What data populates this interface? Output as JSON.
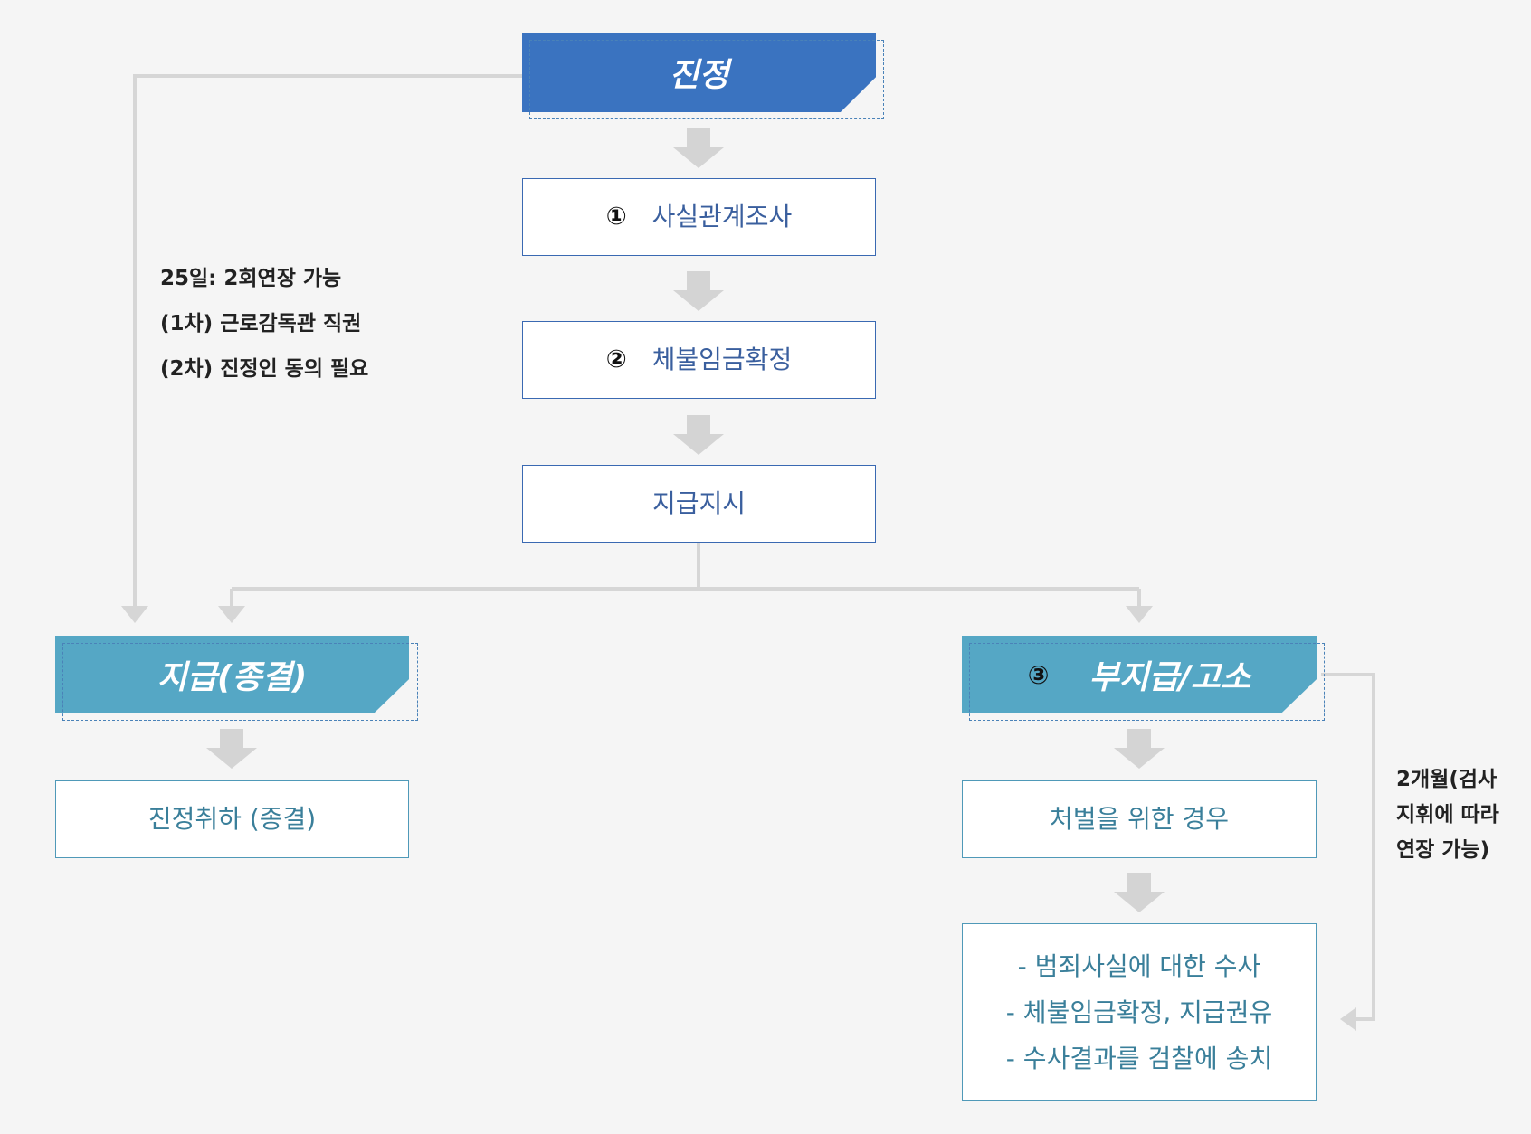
{
  "nodes": {
    "petition": "진정",
    "step1_num": "①",
    "step1": "사실관계조사",
    "step2_num": "②",
    "step2": "체불임금확정",
    "order": "지급지시",
    "paid": "지급(종결)",
    "withdraw": "진정취하 (종결)",
    "unpaid_num": "③",
    "unpaid": "부지급/고소",
    "punish": "처벌을 위한 경우",
    "actions": [
      "- 범죄사실에 대한 수사",
      "- 체불임금확정, 지급권유",
      "- 수사결과를 검찰에 송치"
    ]
  },
  "notes": {
    "extension": [
      "25일: 2회연장 가능",
      "(1차) 근로감독관 직권",
      "(2차) 진정인 동의 필요"
    ],
    "prosecution": [
      "2개월(검사",
      "지휘에 따라",
      "연장 가능)"
    ]
  },
  "colors": {
    "blue": "#3a73c0",
    "teal": "#55a7c5",
    "connector": "#d6d6d6"
  }
}
